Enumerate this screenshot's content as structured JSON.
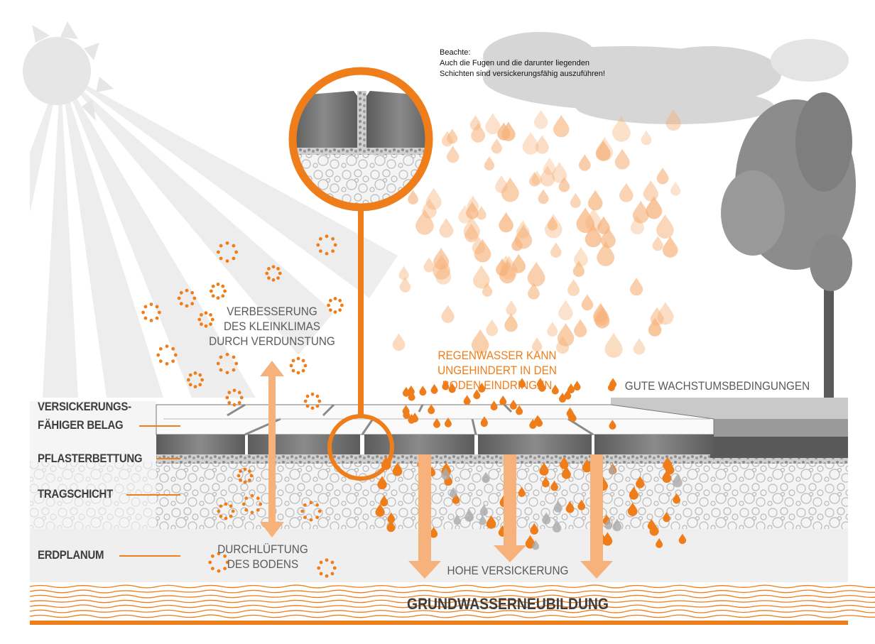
{
  "note": {
    "title": "Beachte:",
    "line1": "Auch die Fugen und die darunter liegenden",
    "line2": "Schichten sind versickerungsfähig auszuführen!"
  },
  "layers": {
    "belag_line1": "VERSICKERUNGS-",
    "belag_line2": "FÄHIGER BELAG",
    "bettung": "PFLASTERBETTUNG",
    "tragschicht": "TRAGSCHICHT",
    "erdplanum": "ERDPLANUM"
  },
  "captions": {
    "klima": [
      "VERBESSERUNG",
      "DES KLEINKLIMAS",
      "DURCH VERDUNSTUNG"
    ],
    "regen": [
      "REGENWASSER KANN",
      "UNGEHINDERT IN DEN",
      "BODEN EINDRINGEN"
    ],
    "wachstum": "GUTE WACHSTUMSBEDINGUNGEN",
    "durchlueftung": [
      "DURCHLÜFTUNG",
      "DES BODENS"
    ],
    "versickerung": "HOHE VERSICKERUNG",
    "grundwasser": "GRUNDWASSERNEUBILDUNG"
  },
  "colors": {
    "accent": "#ef7d1a",
    "accent_light": "#f6b27a",
    "text_gray": "#3d3d3d",
    "paving": "#6e6e6e"
  }
}
